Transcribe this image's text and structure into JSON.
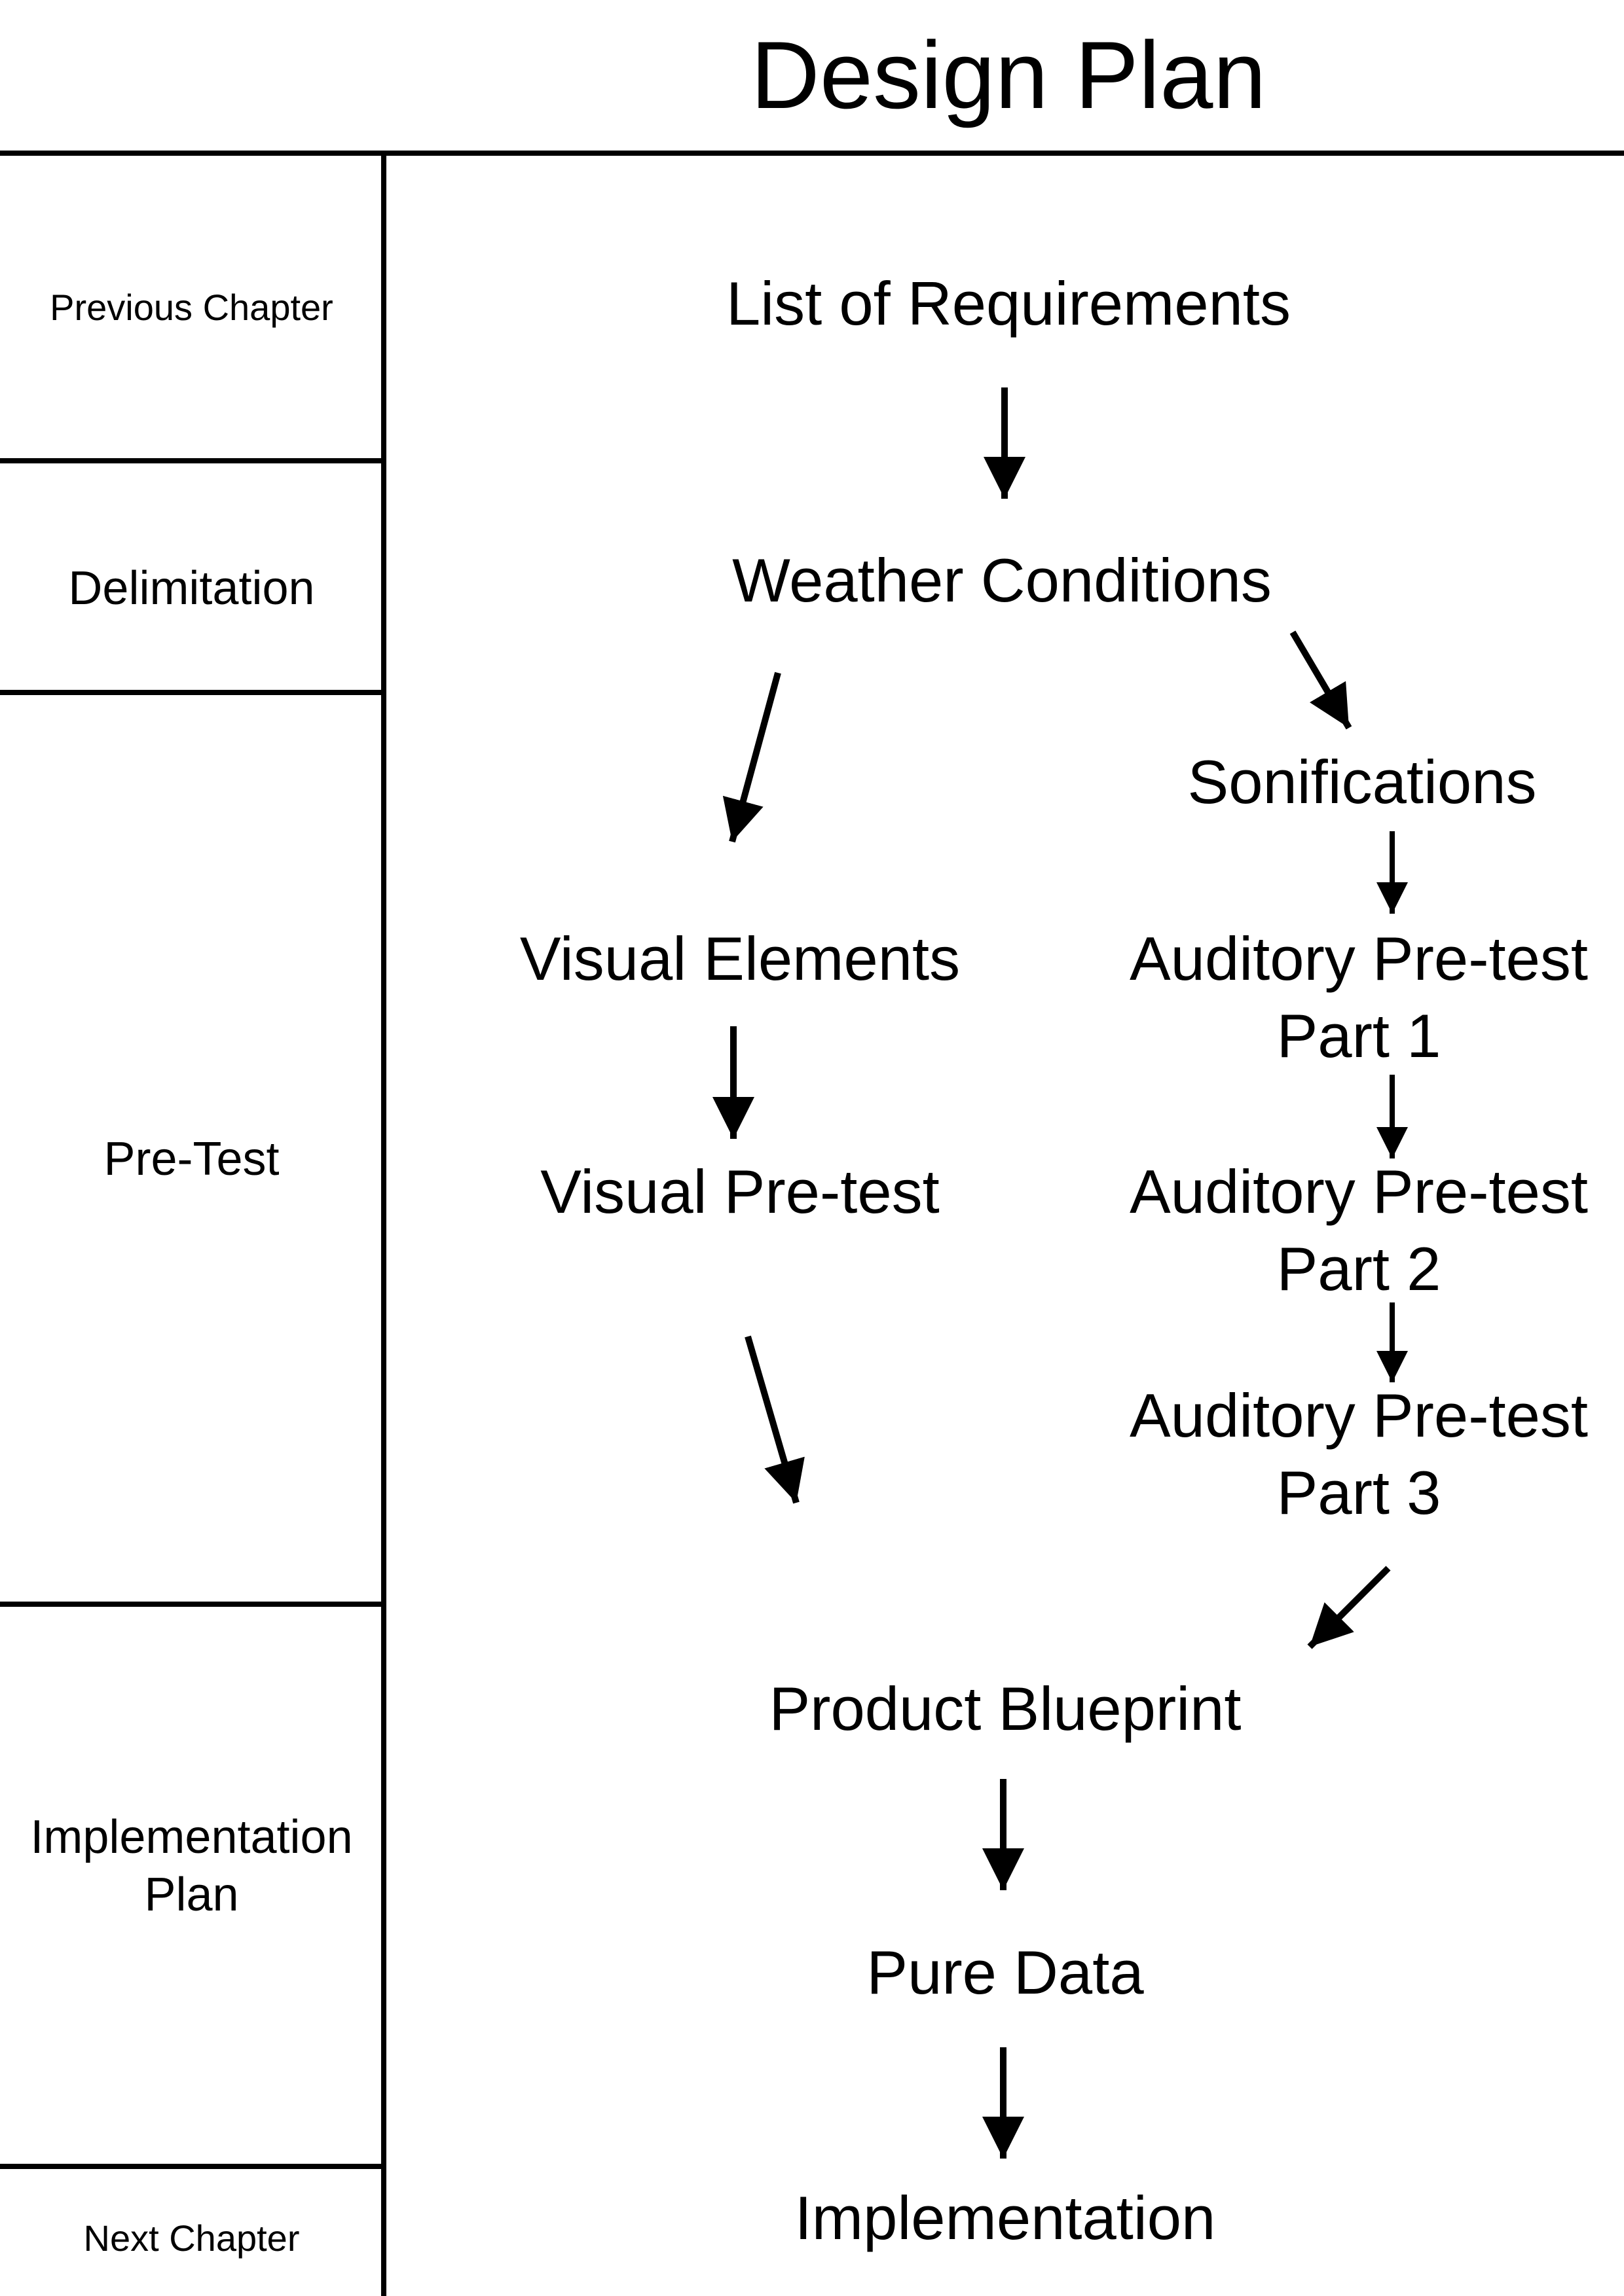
{
  "title": "Design Plan",
  "sections": {
    "previous_chapter": "Previous Chapter",
    "delimitation": "Delimitation",
    "pre_test": "Pre-Test",
    "implementation_plan": "Implementation\nPlan",
    "next_chapter": "Next Chapter"
  },
  "nodes": {
    "list_of_requirements": "List of Requirements",
    "weather_conditions": "Weather Conditions",
    "sonifications": "Sonifications",
    "visual_elements": "Visual Elements",
    "visual_pretest": "Visual Pre-test",
    "auditory_pretest_1": "Auditory Pre-test\nPart 1",
    "auditory_pretest_2": "Auditory Pre-test\nPart 2",
    "auditory_pretest_3": "Auditory Pre-test\nPart 3",
    "product_blueprint": "Product Blueprint",
    "pure_data": "Pure Data",
    "implementation": "Implementation"
  },
  "edges": [
    [
      "list_of_requirements",
      "weather_conditions"
    ],
    [
      "weather_conditions",
      "sonifications"
    ],
    [
      "weather_conditions",
      "visual_elements"
    ],
    [
      "sonifications",
      "auditory_pretest_1"
    ],
    [
      "visual_elements",
      "visual_pretest"
    ],
    [
      "auditory_pretest_1",
      "auditory_pretest_2"
    ],
    [
      "auditory_pretest_2",
      "auditory_pretest_3"
    ],
    [
      "visual_pretest",
      "product_blueprint"
    ],
    [
      "auditory_pretest_3",
      "product_blueprint"
    ],
    [
      "product_blueprint",
      "pure_data"
    ],
    [
      "pure_data",
      "implementation"
    ]
  ]
}
